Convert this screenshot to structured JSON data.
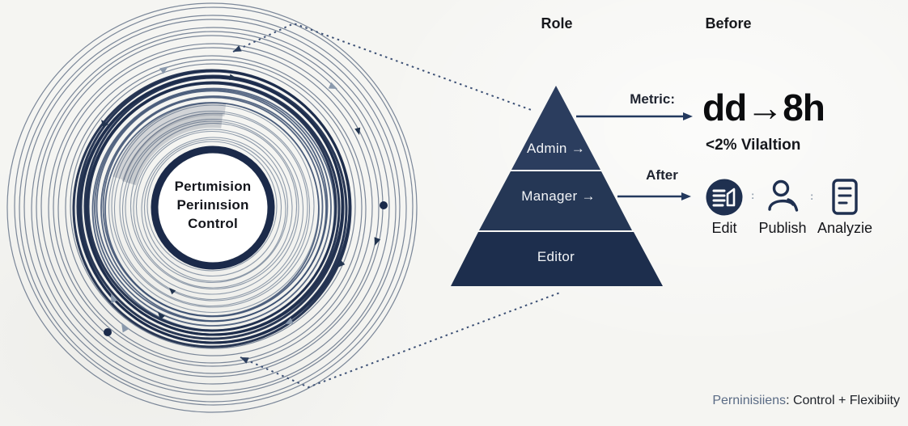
{
  "canvas": {
    "bg": "#f5f5f2"
  },
  "left_diagram": {
    "center_lines": [
      "Pertımision",
      "Periınısion",
      "Control"
    ],
    "palette": {
      "dark": "#1c2c4c",
      "band_mid": "#3a4d70",
      "inner": "#6e7d93",
      "outer": "#5c6b82",
      "ring_edge": "#1b2a4a",
      "center_fill": "#ffffff"
    }
  },
  "pyramid": {
    "header": "Role",
    "tiers": [
      {
        "label": "Admin →",
        "fill": "#2b3d5e"
      },
      {
        "label": "Manager →",
        "fill": "#253755"
      },
      {
        "label": "Editor",
        "fill": "#1d2e4d"
      }
    ]
  },
  "before": {
    "header": "Before",
    "metric_label": "Metric:",
    "value": "dd→8h",
    "note": "<2% Vilaltion"
  },
  "after": {
    "label": "After",
    "separator": ":",
    "items": [
      {
        "icon": "edit-icon",
        "label": "Edit"
      },
      {
        "icon": "publish-icon",
        "label": "Publish"
      },
      {
        "icon": "analyze-icon",
        "label": "Analyzie"
      }
    ]
  },
  "footer": {
    "lead": "Perninisiiens",
    "rest": ": Control + Flexibiity"
  },
  "arrows": {
    "color": "#23395e"
  }
}
